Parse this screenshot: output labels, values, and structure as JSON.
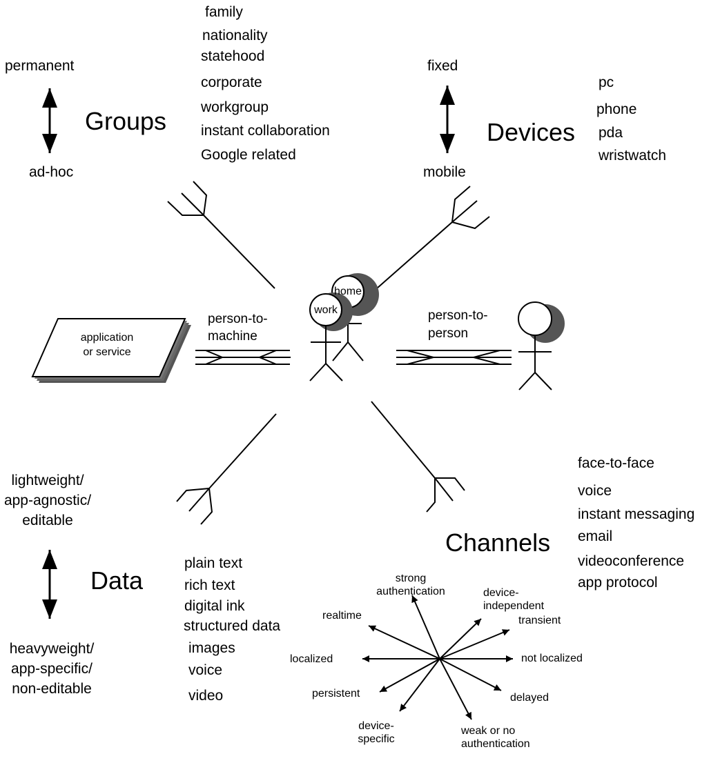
{
  "center": {
    "work_label": "work",
    "home_label": "home",
    "app_label_1": "application",
    "app_label_2": "or service",
    "p2m_label_1": "person-to-",
    "p2m_label_2": "machine",
    "p2p_label_1": "person-to-",
    "p2p_label_2": "person"
  },
  "groups": {
    "title": "Groups",
    "range_top": "permanent",
    "range_bottom": "ad-hoc",
    "items": [
      "family",
      "nationality",
      "statehood",
      "corporate",
      "workgroup",
      "instant collaboration",
      "Google related"
    ]
  },
  "devices": {
    "title": "Devices",
    "range_top": "fixed",
    "range_bottom": "mobile",
    "items": [
      "pc",
      "phone",
      "pda",
      "wristwatch"
    ]
  },
  "data": {
    "title": "Data",
    "range_top": [
      "lightweight/",
      "app-agnostic/",
      "editable"
    ],
    "range_bottom": [
      "heavyweight/",
      "app-specific/",
      "non-editable"
    ],
    "items": [
      "plain text",
      "rich text",
      "digital ink",
      "structured data",
      "images",
      "voice",
      "video"
    ]
  },
  "channels": {
    "title": "Channels",
    "items": [
      "face-to-face",
      "voice",
      "instant messaging",
      "email",
      "videoconference",
      "app protocol"
    ],
    "properties": {
      "strong_auth": [
        "strong",
        "authentication"
      ],
      "device_independent": [
        "device-",
        "independent"
      ],
      "transient": "transient",
      "not_localized": "not localized",
      "delayed": "delayed",
      "weak_auth": [
        "weak or  no",
        "authentication"
      ],
      "device_specific": [
        "device-",
        "specific"
      ],
      "persistent": "persistent",
      "localized": "localized",
      "realtime": "realtime"
    }
  }
}
